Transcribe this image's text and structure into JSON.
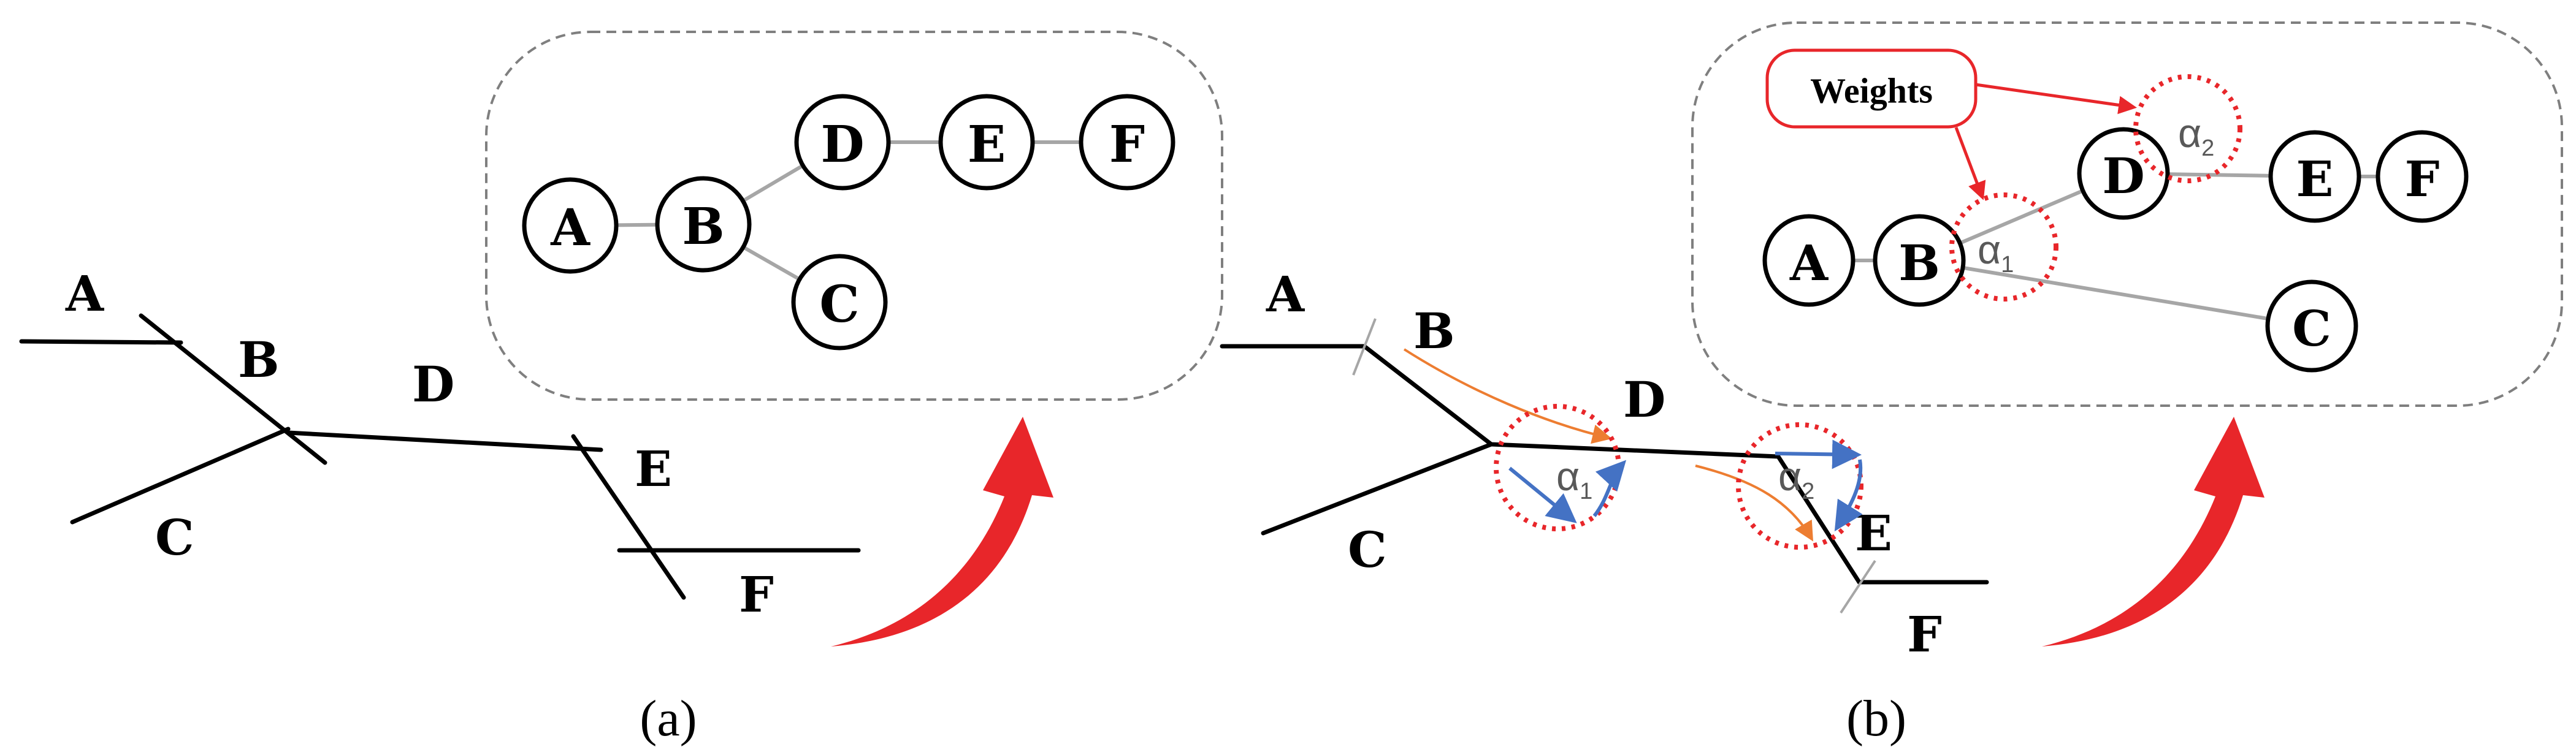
{
  "panel_a": {
    "caption": "(a)",
    "road_labels": {
      "A": "A",
      "B": "B",
      "C": "C",
      "D": "D",
      "E": "E",
      "F": "F"
    },
    "graph_nodes": {
      "A": "A",
      "B": "B",
      "C": "C",
      "D": "D",
      "E": "E",
      "F": "F"
    }
  },
  "panel_b": {
    "caption": "(b)",
    "road_labels": {
      "A": "A",
      "B": "B",
      "C": "C",
      "D": "D",
      "E": "E",
      "F": "F"
    },
    "angle_labels": {
      "alpha1": "α",
      "alpha1_sub": "1",
      "alpha2": "α",
      "alpha2_sub": "2"
    },
    "graph_nodes": {
      "A": "A",
      "B": "B",
      "C": "C",
      "D": "D",
      "E": "E",
      "F": "F"
    },
    "graph_angle_labels": {
      "alpha1": "α",
      "alpha1_sub": "1",
      "alpha2": "α",
      "alpha2_sub": "2"
    },
    "weights_label": "Weights"
  },
  "colors": {
    "road": "#000000",
    "graph_edge": "#a6a6a6",
    "panel_border": "#7f7f7f",
    "highlight_circle": "#e8262a",
    "weights_box": "#e8262a",
    "turn_arrow": "#ed7d31",
    "angle_arrow": "#4472c4",
    "curved_arrow": "#e8262a",
    "angle_text": "#595959"
  }
}
